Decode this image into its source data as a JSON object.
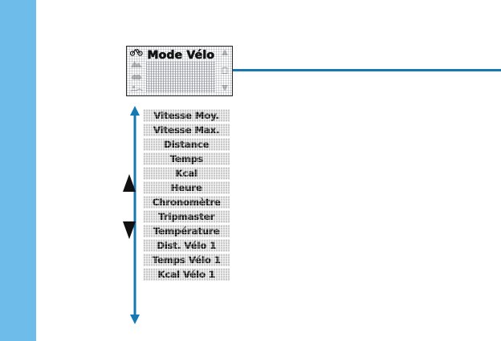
{
  "colors": {
    "rail_blue": "#6dbcea",
    "leader_blue": "#1579b4",
    "arrow_blue": "#1579b4",
    "lcd_border": "#2b2b2b",
    "lcd_item_bg": "#c9c9c9",
    "lcd_text": "#101010"
  },
  "left_rail": {
    "name": "left-color-band"
  },
  "device_display": {
    "title": "Mode Vélo",
    "mode_icons": [
      {
        "name": "bicycle-icon",
        "label": "Vélo",
        "active": true
      },
      {
        "name": "mountain-icon",
        "label": "Montagne",
        "active": false
      },
      {
        "name": "shoe-icon",
        "label": "Course",
        "active": false
      },
      {
        "name": "swimmer-icon",
        "label": "Natation",
        "active": false
      }
    ],
    "status_icons": [
      {
        "name": "scroll-up-arrow-icon",
        "label": "Haut",
        "active": false
      },
      {
        "name": "battery-icon",
        "label": "Batterie",
        "active": false
      },
      {
        "name": "scroll-down-arrow-icon",
        "label": "Bas",
        "active": false
      }
    ]
  },
  "leader": {
    "name": "callout-line"
  },
  "scroll_range": {
    "name": "scroll-range-indicator",
    "up_marker": "scroll-up-triangle",
    "down_marker": "scroll-down-triangle"
  },
  "menu": {
    "items": [
      {
        "label": "Vitesse Moy."
      },
      {
        "label": "Vitesse Max."
      },
      {
        "label": "Distance"
      },
      {
        "label": "Temps"
      },
      {
        "label": "Kcal"
      },
      {
        "label": "Heure"
      },
      {
        "label": "Chronomètre"
      },
      {
        "label": "Tripmaster"
      },
      {
        "label": "Température"
      },
      {
        "label": "Dist. Vélo 1"
      },
      {
        "label": "Temps Vélo 1"
      },
      {
        "label": "Kcal Vélo 1"
      }
    ]
  }
}
